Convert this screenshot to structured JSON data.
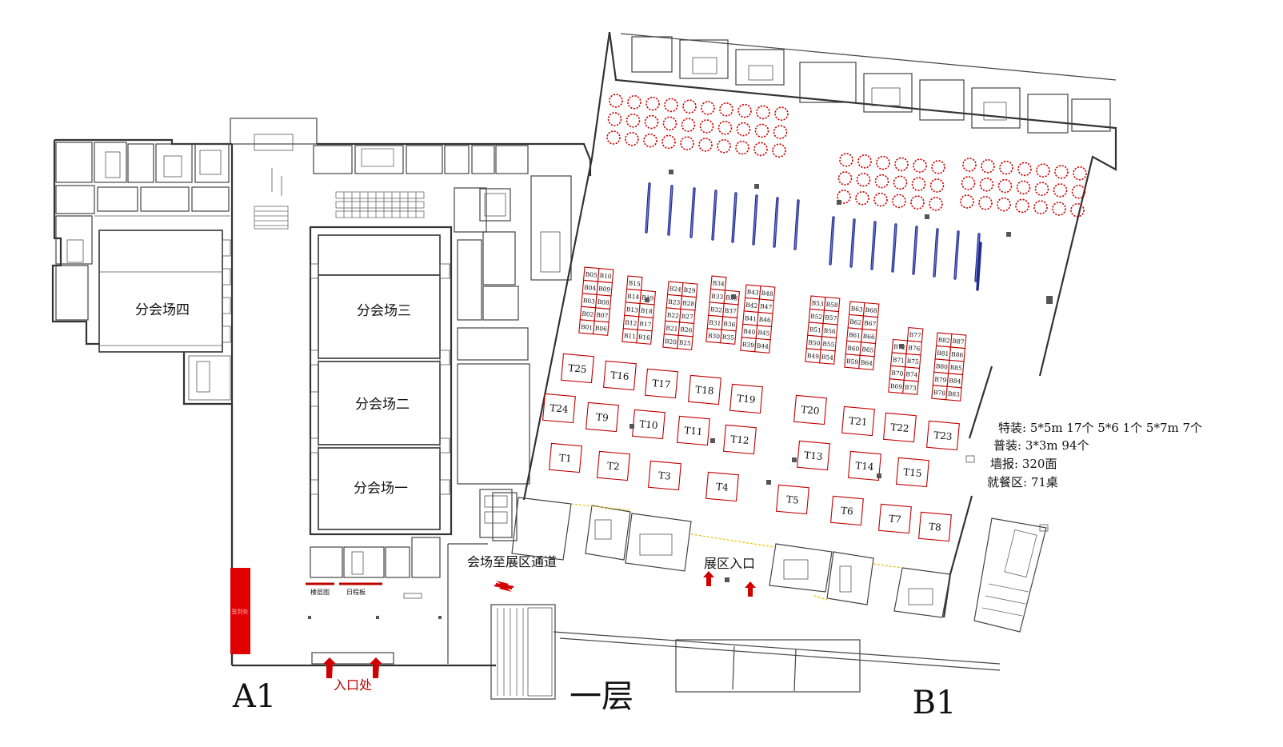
{
  "labels": {
    "a1": "A1",
    "b1": "B1",
    "floor": "一层",
    "entrance": "入口处",
    "corridor": "会场至展区通道",
    "expo_entrance": "展区入口",
    "floor_plan_board": "楼层图",
    "schedule_board": "日程板",
    "registration": "签到处"
  },
  "halls": [
    {
      "id": "hall-4",
      "label": "分会场四"
    },
    {
      "id": "hall-3",
      "label": "分会场三"
    },
    {
      "id": "hall-2",
      "label": "分会场二"
    },
    {
      "id": "hall-1",
      "label": "分会场一"
    }
  ],
  "legend": [
    "特装: 5*5m  17个  5*6 1个  5*7m 7个",
    "普装: 3*3m  94个",
    "墙报: 320面",
    "就餐区: 71桌"
  ],
  "special_booths": [
    "T1",
    "T2",
    "T3",
    "T4",
    "T5",
    "T6",
    "T7",
    "T8",
    "T9",
    "T10",
    "T11",
    "T12",
    "T13",
    "T14",
    "T15",
    "T16",
    "T17",
    "T18",
    "T19",
    "T20",
    "T21",
    "T22",
    "T23",
    "T24",
    "T25"
  ],
  "standard_booth_blocks": [
    {
      "left": [
        "B05",
        "B04",
        "B03",
        "B02",
        "B01"
      ],
      "right": [
        "B10",
        "B09",
        "B08",
        "B07",
        "B06"
      ]
    },
    {
      "left": [
        "B15",
        "B14",
        "B13",
        "B12",
        "B11"
      ],
      "right": [
        "B19",
        "B18",
        "B17",
        "B16"
      ]
    },
    {
      "left": [
        "B24",
        "B23",
        "B22",
        "B21",
        "B20"
      ],
      "right": [
        "B29",
        "B28",
        "B27",
        "B26",
        "B25"
      ]
    },
    {
      "left": [
        "B34",
        "B33",
        "B32",
        "B31",
        "B30"
      ],
      "right": [
        "B38",
        "B37",
        "B36",
        "B35"
      ]
    },
    {
      "left": [
        "B43",
        "B42",
        "B41",
        "B40",
        "B39"
      ],
      "right": [
        "B48",
        "B47",
        "B46",
        "B45",
        "B44"
      ]
    },
    {
      "left": [
        "B53",
        "B52",
        "B51",
        "B50",
        "B49"
      ],
      "right": [
        "B58",
        "B57",
        "B56",
        "B55",
        "B54"
      ]
    },
    {
      "left": [
        "B63",
        "B62",
        "B61",
        "B60",
        "B59"
      ],
      "right": [
        "B68",
        "B67",
        "B66",
        "B65",
        "B64"
      ]
    },
    {
      "left": [
        "B72",
        "B71",
        "B70",
        "B69"
      ],
      "right": [
        "B77",
        "B76",
        "B75",
        "B74",
        "B73"
      ]
    },
    {
      "left": [
        "B82",
        "B81",
        "B80",
        "B79",
        "B78"
      ],
      "right": [
        "B87",
        "B86",
        "B85",
        "B84",
        "B83"
      ]
    }
  ],
  "colors": {
    "booth": "#c00000",
    "seating": "#d00000",
    "wall_board": "#1f2a8c",
    "registration": "#e00000",
    "arrow": "#d00000"
  }
}
